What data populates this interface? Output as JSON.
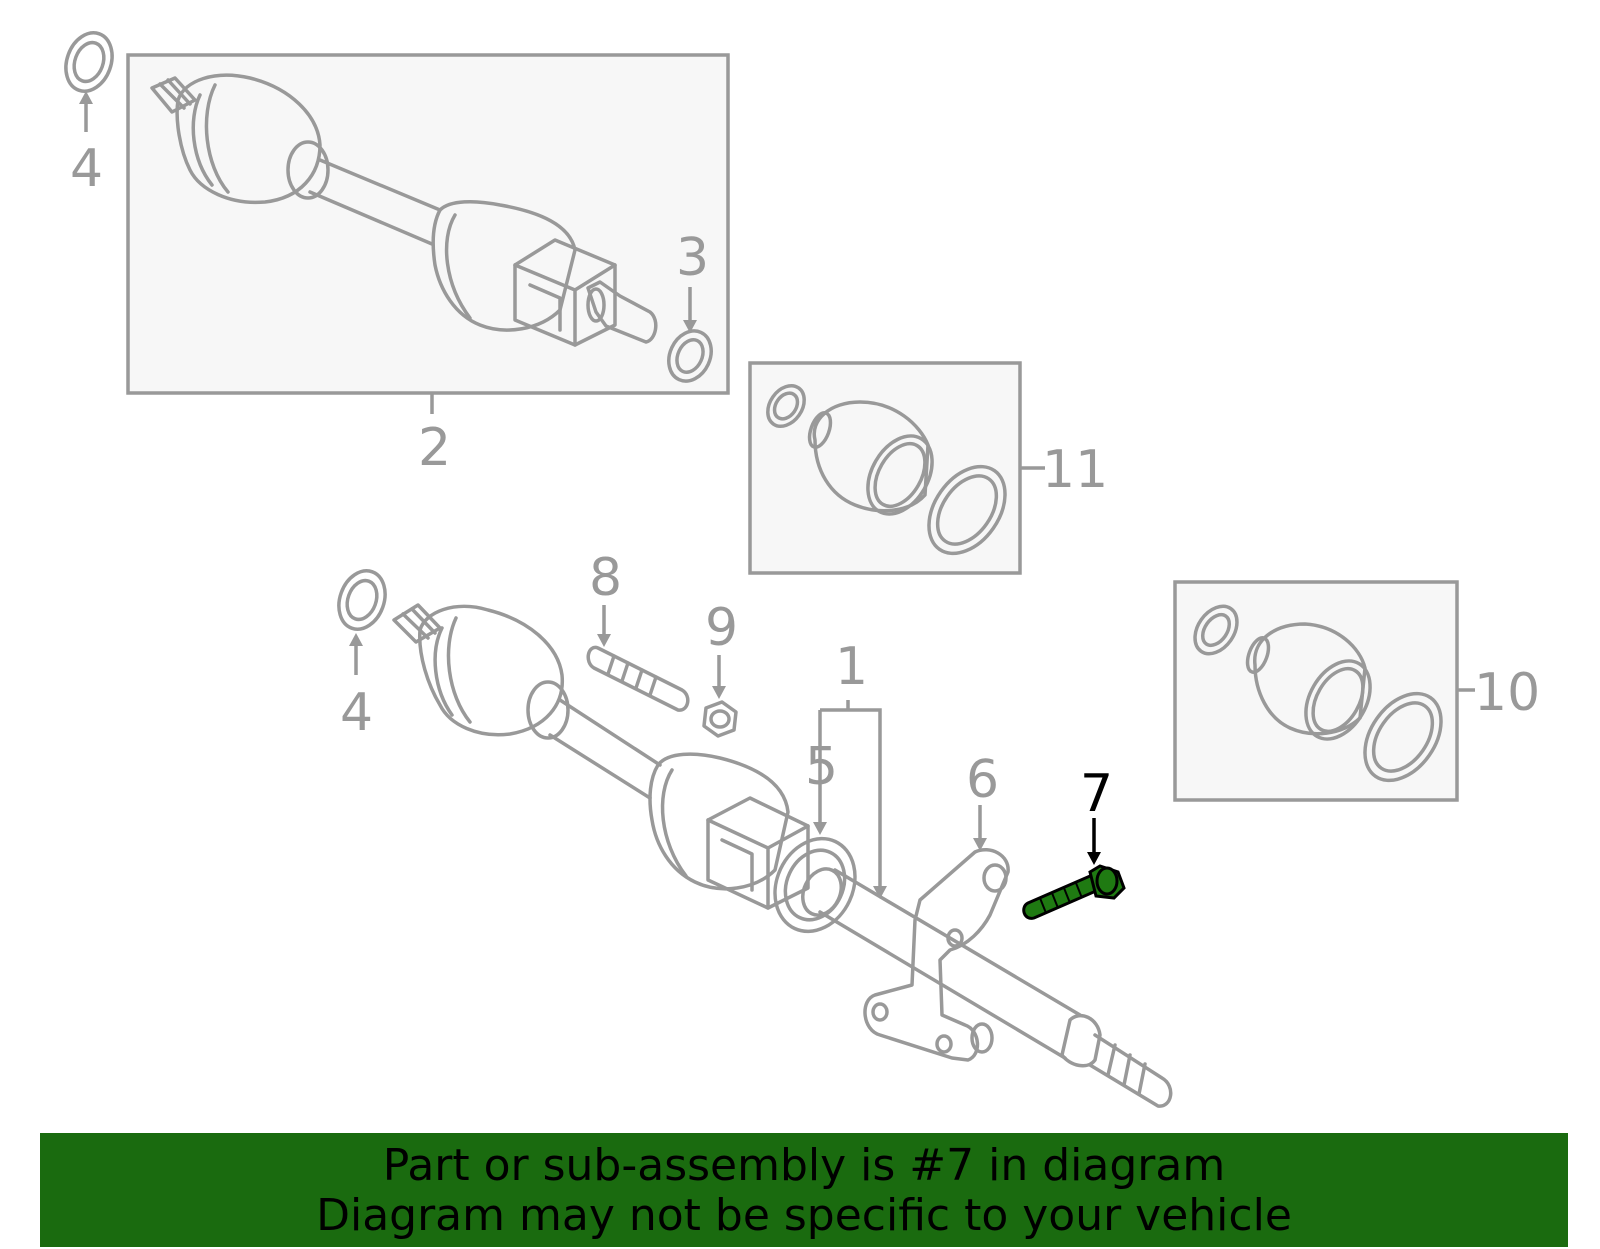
{
  "colors": {
    "part_line": "#999999",
    "highlight_part": "#1f7a12",
    "banner_bg": "#1a6b0f",
    "banner_text": "#000000"
  },
  "labels": {
    "callout_1": "1",
    "callout_2": "2",
    "callout_3": "3",
    "callout_4_top": "4",
    "callout_4_bottom": "4",
    "callout_5": "5",
    "callout_6": "6",
    "callout_7": "7",
    "callout_8": "8",
    "callout_9": "9",
    "callout_10": "10",
    "callout_11": "11"
  },
  "highlighted_part": "7",
  "banner": {
    "line1": "Part or sub-assembly is #7 in diagram",
    "line2": "Diagram may not be specific to your vehicle"
  }
}
